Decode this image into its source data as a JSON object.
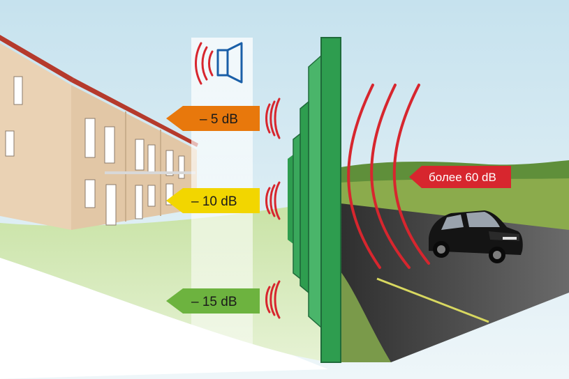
{
  "labels": {
    "level_5": "– 5 dB",
    "level_10": "– 10 dB",
    "level_15": "– 15 dB",
    "source": "более 60 dB"
  },
  "colors": {
    "sky_top": "#cfe6f0",
    "sky_bottom": "#eaf4f8",
    "wall_green": "#2e9d4f",
    "wall_dark": "#1f6b3a",
    "arrow_5": "#e8780c",
    "arrow_10": "#f2d600",
    "arrow_15": "#6db33f",
    "arrow_source": "#d7262e",
    "waves": "#d7262e",
    "speaker": "#1a5fa8",
    "house": "#ead2b4",
    "roof": "#b53a2c",
    "road": "#4a4a4a"
  },
  "icons": {
    "speaker": "speaker-icon",
    "car": "car-icon"
  }
}
